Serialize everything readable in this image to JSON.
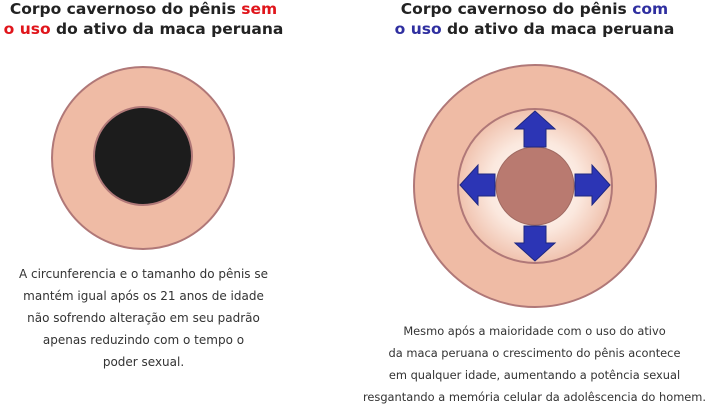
{
  "left_panel": {
    "title_line1_prefix": "Corpo cavernoso do pênis ",
    "title_line1_highlight": "sem",
    "title_line2_highlight": "o uso",
    "title_line2_suffix": " do ativo da maca peruana",
    "caption_lines": [
      "A circunferencia e o tamanho do pênis se",
      "mantém igual após os 21 anos de idade",
      "não sofrendo alteração em seu padrão",
      "apenas reduzindo com o tempo o",
      "poder sexual."
    ]
  },
  "right_panel": {
    "title_line1_prefix": "Corpo cavernoso do pênis ",
    "title_line1_highlight": "com",
    "title_line2_highlight": "o uso",
    "title_line2_suffix": " do ativo da maca peruana",
    "caption_lines": [
      "Mesmo após a maioridade com o uso do ativo",
      "da maca peruana o crescimento do pênis acontece",
      "em qualquer idade, aumentando a potência sexual",
      "resgantando a memória celular da adolêscencia do homem."
    ]
  },
  "colors": {
    "highlight_red": "#e0151b",
    "highlight_blue": "#2f2fa0",
    "ring_fill": "#efbba5",
    "ring_outline": "#b07878",
    "inner_dark": "#1c1c1c",
    "inner_core": "#b97a70",
    "arrow_blue": "#2c35b5"
  },
  "icons": [
    "arrow-up-icon",
    "arrow-down-icon",
    "arrow-left-icon",
    "arrow-right-icon"
  ]
}
